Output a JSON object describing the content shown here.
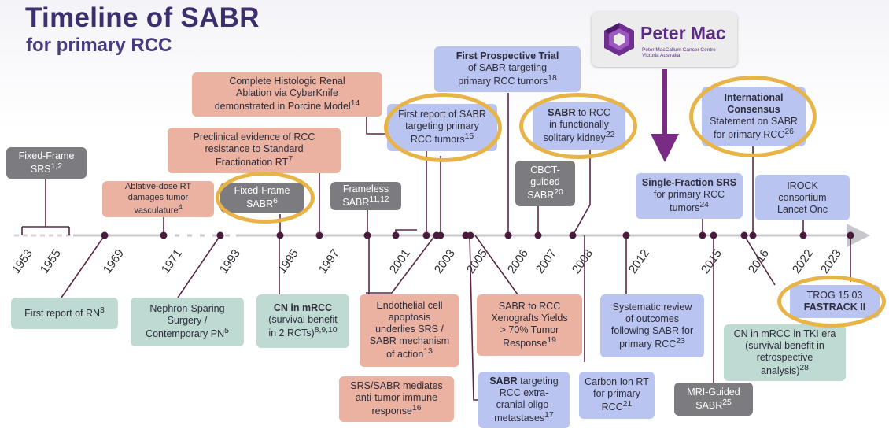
{
  "header": {
    "title": "Timeline of SABR",
    "subtitle": "for primary RCC"
  },
  "logo": {
    "name": "Peter Mac",
    "line1": "Peter MacCallum Cancer Centre",
    "line2": "Victoria Australia",
    "brand_color": "#5b2c83"
  },
  "colors": {
    "salmon": "#ebb2a2",
    "blue": "#b9c4f0",
    "gray": "#7c7c80",
    "teal": "#bedad3",
    "highlight_ring": "#e8b347",
    "axis": "#c8c8cc",
    "dot": "#4a1a3c"
  },
  "years": [
    "1953",
    "1955",
    "1969",
    "1971",
    "1993",
    "1995",
    "1997",
    "2001",
    "2003",
    "2005",
    "2006",
    "2007",
    "2008",
    "2012",
    "2015",
    "2016",
    "2022",
    "2023"
  ],
  "events": {
    "fixed_frame_srs": {
      "l1": "Fixed-Frame",
      "l2": "SRS",
      "sup": "1,2"
    },
    "ablative_dose": {
      "l1": "Ablative-dose RT",
      "l2": "damages tumor",
      "l3": "vasculature",
      "sup": "4"
    },
    "fixed_frame_sabr": {
      "l1": "Fixed-Frame",
      "l2": "SABR",
      "sup": "6"
    },
    "preclinical": {
      "l1": "Preclinical evidence of RCC",
      "l2": "resistance to Standard",
      "l3": "Fractionation RT",
      "sup": "7"
    },
    "porcine": {
      "l1": "Complete Histologic Renal",
      "l2": "Ablation via CyberKnife",
      "l3": "demonstrated in Porcine Model",
      "sup": "14"
    },
    "frameless": {
      "l1": "Frameless",
      "l2": "SABR",
      "sup": "11,12"
    },
    "first_report_sabr": {
      "l1": "First report of SABR",
      "l2": "targeting primary",
      "l3": "RCC tumors",
      "sup": "15"
    },
    "prospective": {
      "bold": "First Prospective Trial",
      "l2": "of SABR targeting",
      "l3": "primary RCC tumors",
      "sup": "18"
    },
    "solitary": {
      "bold": "SABR",
      "l1rest": " to RCC",
      "l2": "in functionally",
      "l3": "solitary kidney",
      "sup": "22"
    },
    "cbct": {
      "l1": "CBCT-",
      "l2": "guided",
      "l3": "SABR",
      "sup": "20"
    },
    "single_fraction": {
      "bold": "Single-Fraction SRS",
      "l2": "for primary RCC",
      "l3": "tumors",
      "sup": "24"
    },
    "consensus": {
      "bold1": "International",
      "bold2": "Consensus",
      "l3": "Statement on SABR",
      "l4": "for primary RCC",
      "sup": "26"
    },
    "irock": {
      "l1": "IROCK",
      "l2": "consortium",
      "l3": "Lancet Onc"
    },
    "first_report_rn": {
      "l1": "First report of RN",
      "sup": "3"
    },
    "nephron": {
      "l1": "Nephron-Sparing",
      "l2": "Surgery /",
      "l3": "Contemporary PN",
      "sup": "5"
    },
    "cn_mrcc": {
      "bold": "CN in mRCC",
      "l2": "(survival benefit",
      "l3": "in 2 RCTs)",
      "sup": "8,9,10"
    },
    "endothelial": {
      "l1": "Endothelial cell",
      "l2": "apoptosis",
      "l3": "underlies SRS /",
      "l4": "SABR mechanism",
      "l5": "of action",
      "sup": "13"
    },
    "immune": {
      "l1": "SRS/SABR mediates",
      "l2": "anti-tumor immune",
      "l3": "response",
      "sup": "16"
    },
    "xenografts": {
      "l1": "SABR to RCC",
      "l2": "Xenografts Yields",
      "l3": "> 70% Tumor",
      "l4": "Response",
      "sup": "19"
    },
    "extracranial": {
      "bold": "SABR",
      "l1rest": " targeting",
      "l2": "RCC extra-",
      "l3": "cranial oligo-",
      "l4": "metastases",
      "sup": "17"
    },
    "carbon_ion": {
      "l1": "Carbon Ion RT",
      "l2": "for primary",
      "l3": "RCC",
      "sup": "21"
    },
    "systematic": {
      "l1": "Systematic review",
      "l2": "of outcomes",
      "l3": "following SABR for",
      "l4": "primary RCC",
      "sup": "23"
    },
    "mri_guided": {
      "l1": "MRI-Guided",
      "l2": "SABR",
      "sup": "25"
    },
    "cn_tki": {
      "l1": "CN in mRCC in TKI era",
      "l2": "(survival benefit in",
      "l3": "retrospective",
      "l4": "analysis)",
      "sup": "28"
    },
    "trog": {
      "l1": "TROG 15.03",
      "bold": "FASTRACK II"
    }
  }
}
